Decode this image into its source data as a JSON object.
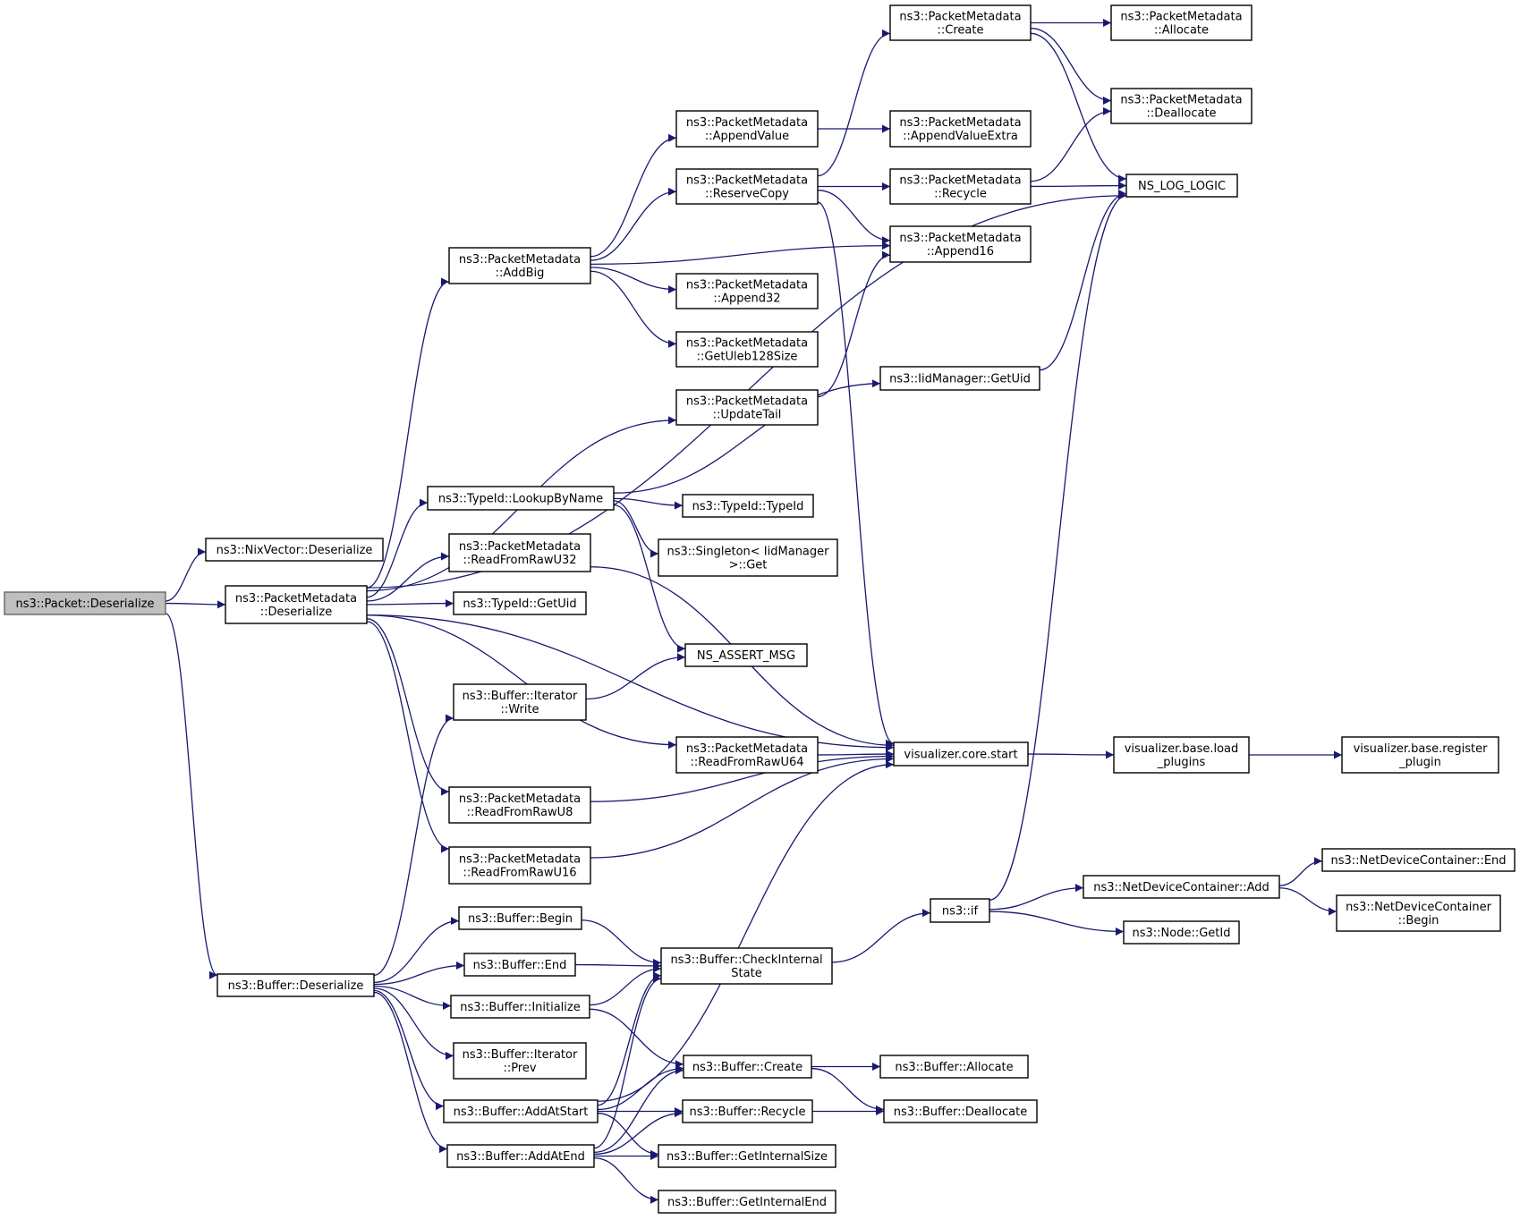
{
  "colors": {
    "edge": "#191970",
    "root_fill": "#bfbfbf",
    "node_fill": "#ffffff",
    "border": "#000000"
  },
  "nodes": [
    {
      "id": "pkt_deser",
      "lines": [
        "ns3::Packet::Deserialize"
      ],
      "root": true
    },
    {
      "id": "nix_deser",
      "lines": [
        "ns3::NixVector::Deserialize"
      ]
    },
    {
      "id": "pm_deser",
      "lines": [
        "ns3::PacketMetadata",
        "::Deserialize"
      ]
    },
    {
      "id": "buf_deser",
      "lines": [
        "ns3::Buffer::Deserialize"
      ]
    },
    {
      "id": "pm_create",
      "lines": [
        "ns3::PacketMetadata",
        "::Create"
      ]
    },
    {
      "id": "pm_allocate",
      "lines": [
        "ns3::PacketMetadata",
        "::Allocate"
      ]
    },
    {
      "id": "pm_dealloc",
      "lines": [
        "ns3::PacketMetadata",
        "::Deallocate"
      ]
    },
    {
      "id": "ns_log",
      "lines": [
        "NS_LOG_LOGIC"
      ]
    },
    {
      "id": "pm_appval",
      "lines": [
        "ns3::PacketMetadata",
        "::AppendValue"
      ]
    },
    {
      "id": "pm_appvalx",
      "lines": [
        "ns3::PacketMetadata",
        "::AppendValueExtra"
      ]
    },
    {
      "id": "pm_rescopy",
      "lines": [
        "ns3::PacketMetadata",
        "::ReserveCopy"
      ]
    },
    {
      "id": "pm_recycle",
      "lines": [
        "ns3::PacketMetadata",
        "::Recycle"
      ]
    },
    {
      "id": "pm_addbig",
      "lines": [
        "ns3::PacketMetadata",
        "::AddBig"
      ]
    },
    {
      "id": "pm_app16",
      "lines": [
        "ns3::PacketMetadata",
        "::Append16"
      ]
    },
    {
      "id": "pm_app32",
      "lines": [
        "ns3::PacketMetadata",
        "::Append32"
      ]
    },
    {
      "id": "pm_uleb",
      "lines": [
        "ns3::PacketMetadata",
        "::GetUleb128Size"
      ]
    },
    {
      "id": "iid_getuid",
      "lines": [
        "ns3::IidManager::GetUid"
      ]
    },
    {
      "id": "pm_updtail",
      "lines": [
        "ns3::PacketMetadata",
        "::UpdateTail"
      ]
    },
    {
      "id": "tid_lookup",
      "lines": [
        "ns3::TypeId::LookupByName"
      ]
    },
    {
      "id": "tid_typeid",
      "lines": [
        "ns3::TypeId::TypeId"
      ]
    },
    {
      "id": "singleton",
      "lines": [
        "ns3::Singleton< IidManager",
        ">::Get"
      ]
    },
    {
      "id": "pm_raw32",
      "lines": [
        "ns3::PacketMetadata",
        "::ReadFromRawU32"
      ]
    },
    {
      "id": "tid_getuid",
      "lines": [
        "ns3::TypeId::GetUid"
      ]
    },
    {
      "id": "ns_assert",
      "lines": [
        "NS_ASSERT_MSG"
      ]
    },
    {
      "id": "bi_write",
      "lines": [
        "ns3::Buffer::Iterator",
        "::Write"
      ]
    },
    {
      "id": "pm_raw64",
      "lines": [
        "ns3::PacketMetadata",
        "::ReadFromRawU64"
      ]
    },
    {
      "id": "vis_start",
      "lines": [
        "visualizer.core.start"
      ]
    },
    {
      "id": "vis_load",
      "lines": [
        "visualizer.base.load",
        "_plugins"
      ]
    },
    {
      "id": "vis_reg",
      "lines": [
        "visualizer.base.register",
        "_plugin"
      ]
    },
    {
      "id": "pm_raw8",
      "lines": [
        "ns3::PacketMetadata",
        "::ReadFromRawU8"
      ]
    },
    {
      "id": "pm_raw16",
      "lines": [
        "ns3::PacketMetadata",
        "::ReadFromRawU16"
      ]
    },
    {
      "id": "ndc_end",
      "lines": [
        "ns3::NetDeviceContainer::End"
      ]
    },
    {
      "id": "ndc_add",
      "lines": [
        "ns3::NetDeviceContainer::Add"
      ]
    },
    {
      "id": "ns3_if",
      "lines": [
        "ns3::if"
      ]
    },
    {
      "id": "ndc_begin",
      "lines": [
        "ns3::NetDeviceContainer",
        "::Begin"
      ]
    },
    {
      "id": "node_getid",
      "lines": [
        "ns3::Node::GetId"
      ]
    },
    {
      "id": "buf_begin",
      "lines": [
        "ns3::Buffer::Begin"
      ]
    },
    {
      "id": "buf_check",
      "lines": [
        "ns3::Buffer::CheckInternal",
        "State"
      ]
    },
    {
      "id": "buf_end",
      "lines": [
        "ns3::Buffer::End"
      ]
    },
    {
      "id": "buf_init",
      "lines": [
        "ns3::Buffer::Initialize"
      ]
    },
    {
      "id": "bi_prev",
      "lines": [
        "ns3::Buffer::Iterator",
        "::Prev"
      ]
    },
    {
      "id": "buf_create",
      "lines": [
        "ns3::Buffer::Create"
      ]
    },
    {
      "id": "buf_alloc",
      "lines": [
        "ns3::Buffer::Allocate"
      ]
    },
    {
      "id": "buf_addstart",
      "lines": [
        "ns3::Buffer::AddAtStart"
      ]
    },
    {
      "id": "buf_recycle",
      "lines": [
        "ns3::Buffer::Recycle"
      ]
    },
    {
      "id": "buf_dealloc",
      "lines": [
        "ns3::Buffer::Deallocate"
      ]
    },
    {
      "id": "buf_addend",
      "lines": [
        "ns3::Buffer::AddAtEnd"
      ]
    },
    {
      "id": "buf_intsize",
      "lines": [
        "ns3::Buffer::GetInternalSize"
      ]
    },
    {
      "id": "buf_intend",
      "lines": [
        "ns3::Buffer::GetInternalEnd"
      ]
    }
  ],
  "edges": [
    [
      "pkt_deser",
      "nix_deser"
    ],
    [
      "pkt_deser",
      "pm_deser"
    ],
    [
      "pkt_deser",
      "buf_deser"
    ],
    [
      "pm_deser",
      "ns_log"
    ],
    [
      "pm_deser",
      "pm_addbig"
    ],
    [
      "pm_deser",
      "pm_updtail"
    ],
    [
      "pm_deser",
      "tid_lookup"
    ],
    [
      "pm_deser",
      "pm_raw32"
    ],
    [
      "pm_deser",
      "tid_getuid"
    ],
    [
      "pm_deser",
      "vis_start"
    ],
    [
      "pm_deser",
      "pm_raw64"
    ],
    [
      "pm_deser",
      "pm_raw8"
    ],
    [
      "pm_deser",
      "pm_raw16"
    ],
    [
      "pm_addbig",
      "pm_appval"
    ],
    [
      "pm_addbig",
      "pm_rescopy"
    ],
    [
      "pm_addbig",
      "pm_app16"
    ],
    [
      "pm_addbig",
      "pm_app32"
    ],
    [
      "pm_addbig",
      "pm_uleb"
    ],
    [
      "pm_appval",
      "pm_appvalx"
    ],
    [
      "pm_rescopy",
      "pm_create"
    ],
    [
      "pm_rescopy",
      "pm_recycle"
    ],
    [
      "pm_rescopy",
      "pm_app16"
    ],
    [
      "pm_rescopy",
      "vis_start"
    ],
    [
      "pm_create",
      "pm_allocate"
    ],
    [
      "pm_create",
      "pm_dealloc"
    ],
    [
      "pm_create",
      "ns_log"
    ],
    [
      "pm_recycle",
      "pm_dealloc"
    ],
    [
      "pm_recycle",
      "ns_log"
    ],
    [
      "pm_updtail",
      "pm_app16"
    ],
    [
      "iid_getuid",
      "ns_log"
    ],
    [
      "tid_lookup",
      "iid_getuid"
    ],
    [
      "tid_lookup",
      "tid_typeid"
    ],
    [
      "tid_lookup",
      "singleton"
    ],
    [
      "tid_lookup",
      "ns_assert"
    ],
    [
      "pm_raw32",
      "vis_start"
    ],
    [
      "pm_raw64",
      "vis_start"
    ],
    [
      "pm_raw8",
      "vis_start"
    ],
    [
      "pm_raw16",
      "vis_start"
    ],
    [
      "vis_start",
      "vis_load"
    ],
    [
      "vis_load",
      "vis_reg"
    ],
    [
      "bi_write",
      "ns_assert"
    ],
    [
      "buf_deser",
      "bi_write"
    ],
    [
      "buf_deser",
      "buf_begin"
    ],
    [
      "buf_deser",
      "buf_end"
    ],
    [
      "buf_deser",
      "buf_init"
    ],
    [
      "buf_deser",
      "bi_prev"
    ],
    [
      "buf_deser",
      "buf_addstart"
    ],
    [
      "buf_deser",
      "buf_addend"
    ],
    [
      "buf_begin",
      "buf_check"
    ],
    [
      "buf_end",
      "buf_check"
    ],
    [
      "buf_init",
      "buf_check"
    ],
    [
      "buf_init",
      "buf_create"
    ],
    [
      "buf_check",
      "ns3_if"
    ],
    [
      "ns3_if",
      "ns_log"
    ],
    [
      "ns3_if",
      "ndc_add"
    ],
    [
      "ns3_if",
      "node_getid"
    ],
    [
      "ndc_add",
      "ndc_end"
    ],
    [
      "ndc_add",
      "ndc_begin"
    ],
    [
      "buf_create",
      "buf_alloc"
    ],
    [
      "buf_create",
      "buf_dealloc"
    ],
    [
      "buf_addstart",
      "vis_start"
    ],
    [
      "buf_addstart",
      "buf_check"
    ],
    [
      "buf_addstart",
      "buf_create"
    ],
    [
      "buf_addstart",
      "buf_recycle"
    ],
    [
      "buf_addstart",
      "buf_intsize"
    ],
    [
      "buf_addend",
      "buf_check"
    ],
    [
      "buf_addend",
      "buf_create"
    ],
    [
      "buf_addend",
      "buf_recycle"
    ],
    [
      "buf_addend",
      "buf_intsize"
    ],
    [
      "buf_addend",
      "buf_intend"
    ],
    [
      "buf_recycle",
      "buf_dealloc"
    ]
  ]
}
